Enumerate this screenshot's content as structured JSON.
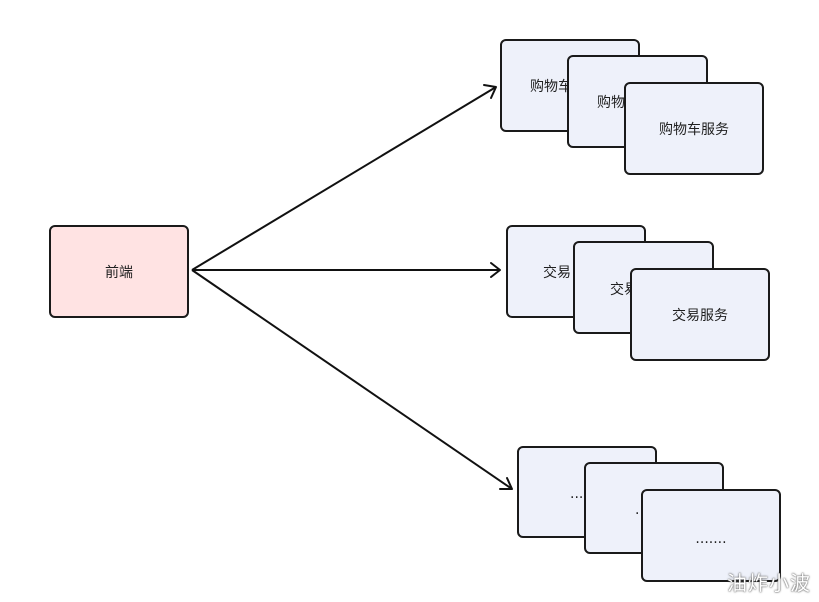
{
  "colors": {
    "frontend_fill": "#ffe3e3",
    "service_fill": "#eef1fa",
    "stroke": "#1a1a1a"
  },
  "frontend": {
    "label": "前端"
  },
  "groups": [
    {
      "key": "cart",
      "cards": [
        {
          "label": "购物车"
        },
        {
          "label": "购物车"
        },
        {
          "label": "购物车服务"
        }
      ]
    },
    {
      "key": "trade",
      "cards": [
        {
          "label": "交易"
        },
        {
          "label": "交易"
        },
        {
          "label": "交易服务"
        }
      ]
    },
    {
      "key": "more",
      "cards": [
        {
          "label": "......."
        },
        {
          "label": "......."
        },
        {
          "label": "......."
        }
      ]
    }
  ],
  "watermark": {
    "text": "油炸小波"
  }
}
